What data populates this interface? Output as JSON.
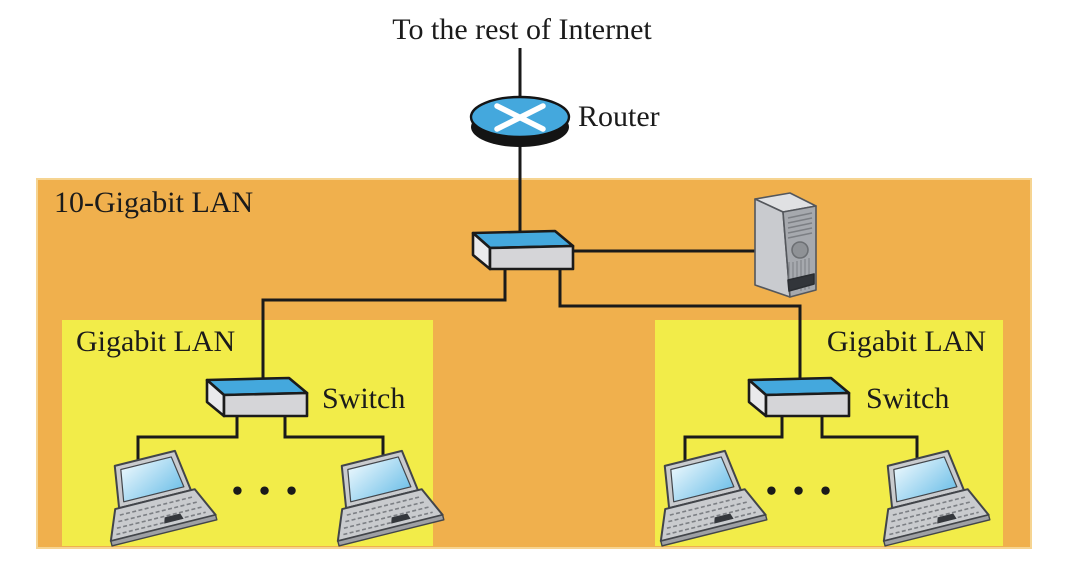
{
  "diagram": {
    "top": {
      "internet_label": "To the rest of Internet",
      "router_label": "Router"
    },
    "backbone": {
      "label": "10-Gigabit LAN"
    },
    "lan_left": {
      "label": "Gigabit LAN",
      "switch_label": "Switch",
      "ellipsis": "● ● ●"
    },
    "lan_right": {
      "label": "Gigabit LAN",
      "switch_label": "Switch",
      "ellipsis": "● ● ●"
    }
  },
  "colors": {
    "backbone_zone_fill": "#F0B04D",
    "lan_zone_fill": "#F2EC49",
    "device_blue": "#44A8DD",
    "device_gray": "#D5D5D8",
    "link_line": "#1A1A1A",
    "text": "#1B1B1B"
  }
}
